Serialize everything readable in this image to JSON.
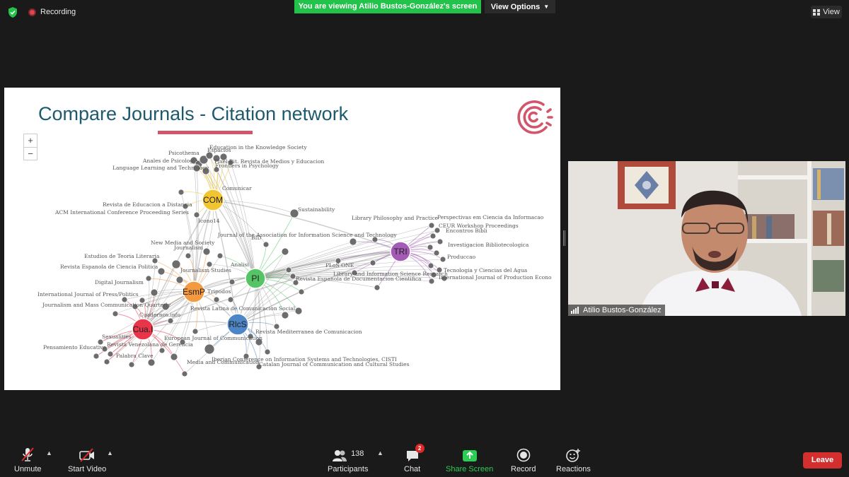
{
  "topbar": {
    "recording_label": "Recording",
    "viewing_banner": "You are viewing Atilio Bustos-González's screen",
    "view_options_label": "View Options",
    "view_label": "View"
  },
  "slide": {
    "title": "Compare Journals - Citation network",
    "zoom_in": "+",
    "zoom_out": "−",
    "brand_color": "#d2566b",
    "title_color": "#1d5a6e",
    "clusters": [
      {
        "label": "COM",
        "color": "#f2c530"
      },
      {
        "label": "TRI",
        "color": "#a45bb5"
      },
      {
        "label": "PI",
        "color": "#55c465"
      },
      {
        "label": "EsmP",
        "color": "#f39a40"
      },
      {
        "label": "RlcS",
        "color": "#4d86c6"
      },
      {
        "label": "Cua.I",
        "color": "#e8354a"
      }
    ],
    "journal_labels": [
      "Education in the Knowledge Society",
      "Psicothema",
      "Espacios",
      "Anales de Psicologia",
      "Pixel-Bit. Revista de Medios y Educacion",
      "Frontiers in Psychology",
      "Language Learning and Technology",
      "Comunicar",
      "Revista de Educacion a Distancia",
      "ACM International Conference Proceeding Series",
      "Sustainability",
      "Library Philosophy and Practice",
      "Perspectivas em Ciencia da Informacao",
      "CEUR Workshop Proceedings",
      "Encontros Bibli",
      "Icono14",
      "Journal of the Association for Information Science and Technology",
      "BID",
      "New Media and Society",
      "Journalism",
      "Investigacion Bibliotecologica",
      "Estudios de Teoria Literaria",
      "Revista Espanola de Ciencia Politica",
      "Analisi",
      "Produccao",
      "Journalism Studies",
      "PLoS ONE",
      "Tecnologia y Ciencias del Agua",
      "Library and Information Science Research",
      "International Journal of Production Econo",
      "Revista Espanola de Documentacion Cientifica",
      "Digital Journalism",
      "Tripodos",
      "International Journal of Press/Politics",
      "Journalism and Mass Communication Quarterly",
      "Revista Latina de Comunicacion Social",
      "Cuadernos.info",
      "Revista Mediterranea de Comunicacion",
      "Sexualities",
      "European Journal of Communication",
      "Revista Venezolana de Gerencia",
      "Pensamiento Educativo",
      "Palabra Clave",
      "Media and Communication",
      "Iberian Conference on Information Systems and Technologies, CISTI",
      "Catalan Journal of Communication and Cultural Studies"
    ]
  },
  "video": {
    "participant_name": "Atilio Bustos-González"
  },
  "toolbar": {
    "unmute": "Unmute",
    "start_video": "Start Video",
    "participants": "Participants",
    "participants_count": "138",
    "chat": "Chat",
    "chat_badge": "2",
    "share_screen": "Share Screen",
    "record": "Record",
    "reactions": "Reactions",
    "leave": "Leave"
  }
}
